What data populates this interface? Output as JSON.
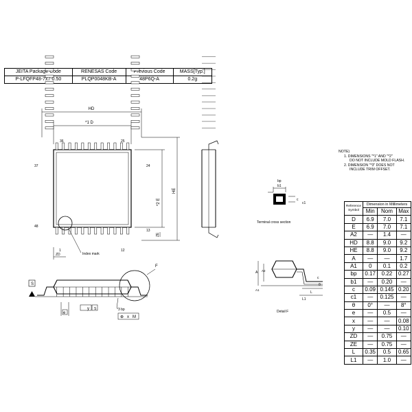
{
  "package_table": {
    "headers": [
      "JEITA Package Code",
      "RENESAS Code",
      "Previous Code",
      "MASS[Typ.]"
    ],
    "values": [
      "P-LFQFP48-7x7-0.50",
      "PLQP0048KB-A",
      "48P6Q-A",
      "0.2g"
    ]
  },
  "top_view": {
    "pin_labels": {
      "p36": "36",
      "p25": "25",
      "p37": "37",
      "p24": "24",
      "p48": "48",
      "p13": "13",
      "p1": "1",
      "p12": "12"
    },
    "dim_HD": "HD",
    "dim_D": "*1  D",
    "dim_E": "*2  E",
    "dim_HE": "HE",
    "dim_ZD": "ZD",
    "dim_ZE": "ZE",
    "index_mark": "Index mark",
    "y_label": "y",
    "b_label": "*3  bp",
    "tol": [
      "x",
      "M"
    ],
    "e_label": "e",
    "s_label": "S",
    "detail_ref": "F"
  },
  "terminal_section": {
    "caption": "Terminal cross section",
    "labels": {
      "bp": "bp",
      "b1": "b1",
      "c": "c",
      "c1": "c1"
    }
  },
  "detail_f": {
    "caption": "Detail F",
    "labels": {
      "A": "A",
      "A2": "A2",
      "A1": "A1",
      "L": "L",
      "L1": "L1",
      "c": "c",
      "theta": "θ"
    }
  },
  "notes": {
    "title": "NOTE)",
    "lines": [
      "1.  DIMENSIONS \"*1\" AND \"*2\"",
      "DO NOT INCLUDE MOLD FLASH.",
      "2.  DIMENSION \"*3\" DOES NOT",
      "INCLUDE TRIM OFFSET."
    ]
  },
  "dimension_table": {
    "ref_header": [
      "Reference",
      "Symbol"
    ],
    "group_header": "Dimension in Millimeters",
    "col_headers": [
      "Min",
      "Nom",
      "Max"
    ],
    "rows": [
      {
        "sym": "D",
        "min": "6.9",
        "nom": "7.0",
        "max": "7.1"
      },
      {
        "sym": "E",
        "min": "6.9",
        "nom": "7.0",
        "max": "7.1"
      },
      {
        "sym": "A2",
        "min": "—",
        "nom": "1.4",
        "max": "—"
      },
      {
        "sym": "HD",
        "min": "8.8",
        "nom": "9.0",
        "max": "9.2"
      },
      {
        "sym": "HE",
        "min": "8.8",
        "nom": "9.0",
        "max": "9.2"
      },
      {
        "sym": "A",
        "min": "—",
        "nom": "—",
        "max": "1.7"
      },
      {
        "sym": "A1",
        "min": "0",
        "nom": "0.1",
        "max": "0.2"
      },
      {
        "sym": "bp",
        "min": "0.17",
        "nom": "0.22",
        "max": "0.27"
      },
      {
        "sym": "b1",
        "min": "—",
        "nom": "0.20",
        "max": "—"
      },
      {
        "sym": "c",
        "min": "0.09",
        "nom": "0.145",
        "max": "0.20"
      },
      {
        "sym": "c1",
        "min": "—",
        "nom": "0.125",
        "max": "—"
      },
      {
        "sym": "θ",
        "min": "0°",
        "nom": "—",
        "max": "8°"
      },
      {
        "sym": "e",
        "min": "—",
        "nom": "0.5",
        "max": "—"
      },
      {
        "sym": "x",
        "min": "—",
        "nom": "—",
        "max": "0.08"
      },
      {
        "sym": "y",
        "min": "—",
        "nom": "—",
        "max": "0.10"
      },
      {
        "sym": "ZD",
        "min": "—",
        "nom": "0.75",
        "max": "—"
      },
      {
        "sym": "ZE",
        "min": "—",
        "nom": "0.75",
        "max": "—"
      },
      {
        "sym": "L",
        "min": "0.35",
        "nom": "0.5",
        "max": "0.65"
      },
      {
        "sym": "L1",
        "min": "—",
        "nom": "1.0",
        "max": "—"
      }
    ]
  }
}
